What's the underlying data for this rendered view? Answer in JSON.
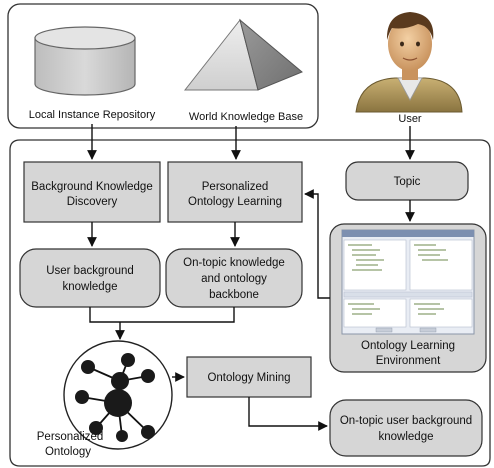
{
  "diagram": {
    "top_nodes": {
      "local_instance_repository": "Local Instance Repository",
      "world_knowledge_base": "World Knowledge Base",
      "user": "User"
    },
    "process_nodes": {
      "background_knowledge_discovery": [
        "Background Knowledge",
        "Discovery"
      ],
      "personalized_ontology_learning": [
        "Personalized",
        "Ontology Learning"
      ],
      "topic": "Topic",
      "user_background_knowledge": [
        "User background",
        "knowledge"
      ],
      "on_topic_knowledge_backbone": [
        "On-topic knowledge",
        "and ontology",
        "backbone"
      ],
      "ontology_learning_environment": [
        "Ontology Learning",
        "Environment"
      ],
      "ontology_mining": "Ontology Mining",
      "on_topic_user_background_knowledge": [
        "On-topic user background",
        "knowledge"
      ],
      "personalized_ontology": [
        "Personalized",
        "Ontology"
      ]
    },
    "colors": {
      "box_fill": "#d6d6d6",
      "border": "#333333",
      "screenshot_panel": "#e9edf4"
    },
    "icons": [
      "database-cylinder-icon",
      "pyramid-icon",
      "user-avatar-icon",
      "ontology-graph-icon",
      "software-window-icon"
    ]
  }
}
